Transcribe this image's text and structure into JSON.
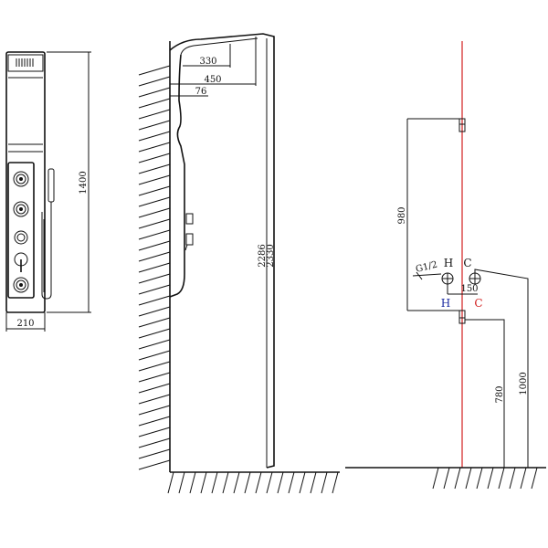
{
  "dimensions": {
    "front_width": "210",
    "front_height": "1400",
    "top_depth_330": "330",
    "top_depth_450": "450",
    "top_depth_76": "76",
    "height_2286": "2286",
    "height_2330": "2330",
    "pipe_height_980": "980",
    "pipe_spacing_150": "150",
    "inlet_height_780": "780",
    "inlet_height_1000": "1000",
    "thread_size": "G1/2"
  },
  "labels": {
    "hot_top": "H",
    "cold_top": "C",
    "hot_bottom": "H",
    "cold_bottom": "C"
  },
  "colors": {
    "line": "#111111",
    "centerline": "#d22020",
    "hot": "#1a2aa0",
    "cold": "#d22020"
  }
}
